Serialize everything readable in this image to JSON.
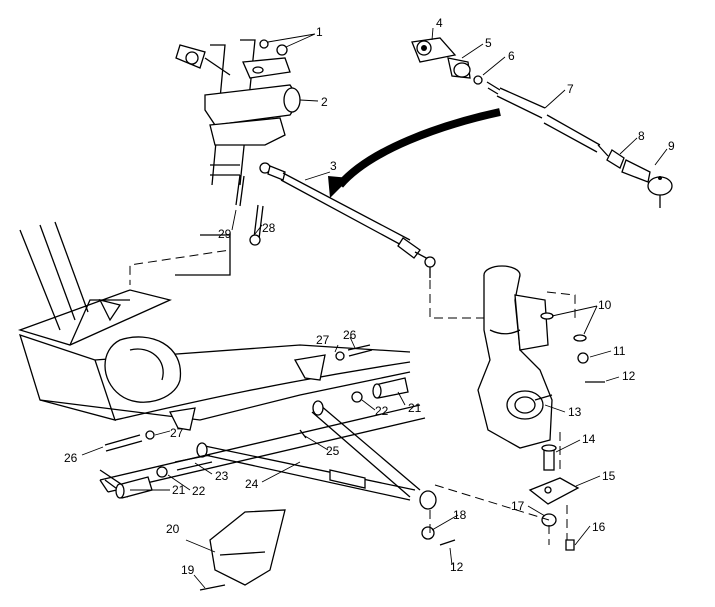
{
  "labels": {
    "p1": "1",
    "p2": "2",
    "p3": "3",
    "p4": "4",
    "p5": "5",
    "p6": "6",
    "p7": "7",
    "p8": "8",
    "p9": "9",
    "p10": "10",
    "p11": "11",
    "p12a": "12",
    "p12b": "12",
    "p13": "13",
    "p14": "14",
    "p15": "15",
    "p16": "16",
    "p17": "17",
    "p18": "18",
    "p19": "19",
    "p20": "20",
    "p21a": "21",
    "p21b": "21",
    "p22a": "22",
    "p22b": "22",
    "p23": "23",
    "p24": "24",
    "p25": "25",
    "p26a": "26",
    "p26b": "26",
    "p27a": "27",
    "p27b": "27",
    "p28": "28",
    "p29": "29"
  }
}
